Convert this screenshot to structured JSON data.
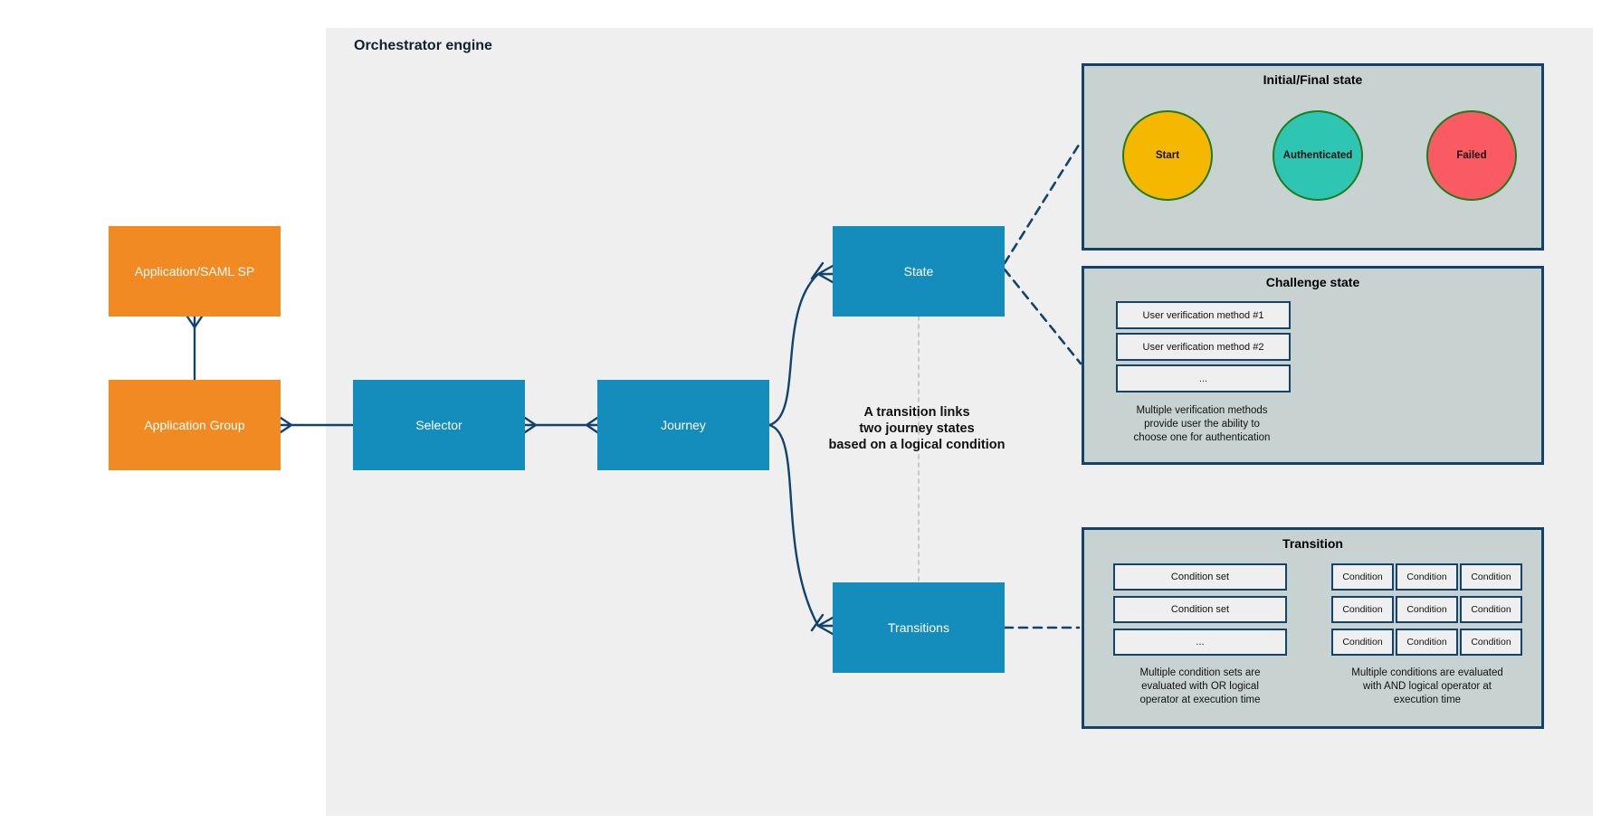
{
  "colors": {
    "gray_bg": "#efefef",
    "accent_orange": "#f18a22",
    "accent_blue": "#148cbc",
    "line_navy": "#11436e",
    "panel_bg": "#c8d2d0",
    "inner_box_bg": "#efefef",
    "circle_border_green": "#1e7b1e",
    "dashed_gray": "#bdbdbd"
  },
  "header": {
    "title": "Orchestrator engine"
  },
  "nodes": {
    "app_saml": {
      "label": "Application/SAML SP"
    },
    "app_group": {
      "label": "Application Group"
    },
    "selector": {
      "label": "Selector"
    },
    "journey": {
      "label": "Journey"
    },
    "state": {
      "label": "State"
    },
    "transitions": {
      "label": "Transitions"
    }
  },
  "annotation": {
    "text": "A transition links\ntwo journey states\nbased on a logical condition"
  },
  "panels": {
    "initial_final": {
      "title": "Initial/Final state",
      "states": [
        {
          "label": "Start",
          "color": "#f5b700"
        },
        {
          "label": "Authenticated",
          "color": "#2ec6b2"
        },
        {
          "label": "Failed",
          "color": "#fa5a61"
        }
      ]
    },
    "challenge": {
      "title": "Challenge state",
      "methods": [
        "User verification method #1",
        "User verification method #2",
        "..."
      ],
      "note": "Multiple verification methods\nprovide user the ability to\nchoose one for authentication"
    },
    "transition": {
      "title": "Transition",
      "condition_sets": [
        "Condition set",
        "Condition set",
        "..."
      ],
      "or_note": "Multiple condition sets are\nevaluated with OR logical\noperator at execution time",
      "condition_grid": [
        [
          "Condition",
          "Condition",
          "Condition"
        ],
        [
          "Condition",
          "Condition",
          "Condition"
        ],
        [
          "Condition",
          "Condition",
          "Condition"
        ]
      ],
      "and_note": "Multiple conditions are evaluated\nwith AND logical operator at\nexecution time"
    }
  }
}
